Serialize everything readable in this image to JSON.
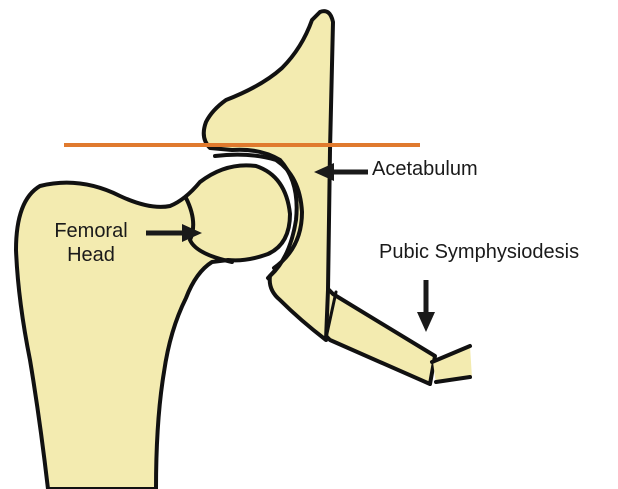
{
  "labels": {
    "acetabulum": "Acetabulum",
    "pubic_symphysiodesis": "Pubic Symphysiodesis",
    "femoral_head_line1": "Femoral",
    "femoral_head_line2": "Head"
  },
  "colors": {
    "bone_fill": "#F3EBB0",
    "bone_outline": "#111111",
    "reference_line": "#E07A2E",
    "arrow": "#1a1a1a",
    "background": "#ffffff"
  }
}
